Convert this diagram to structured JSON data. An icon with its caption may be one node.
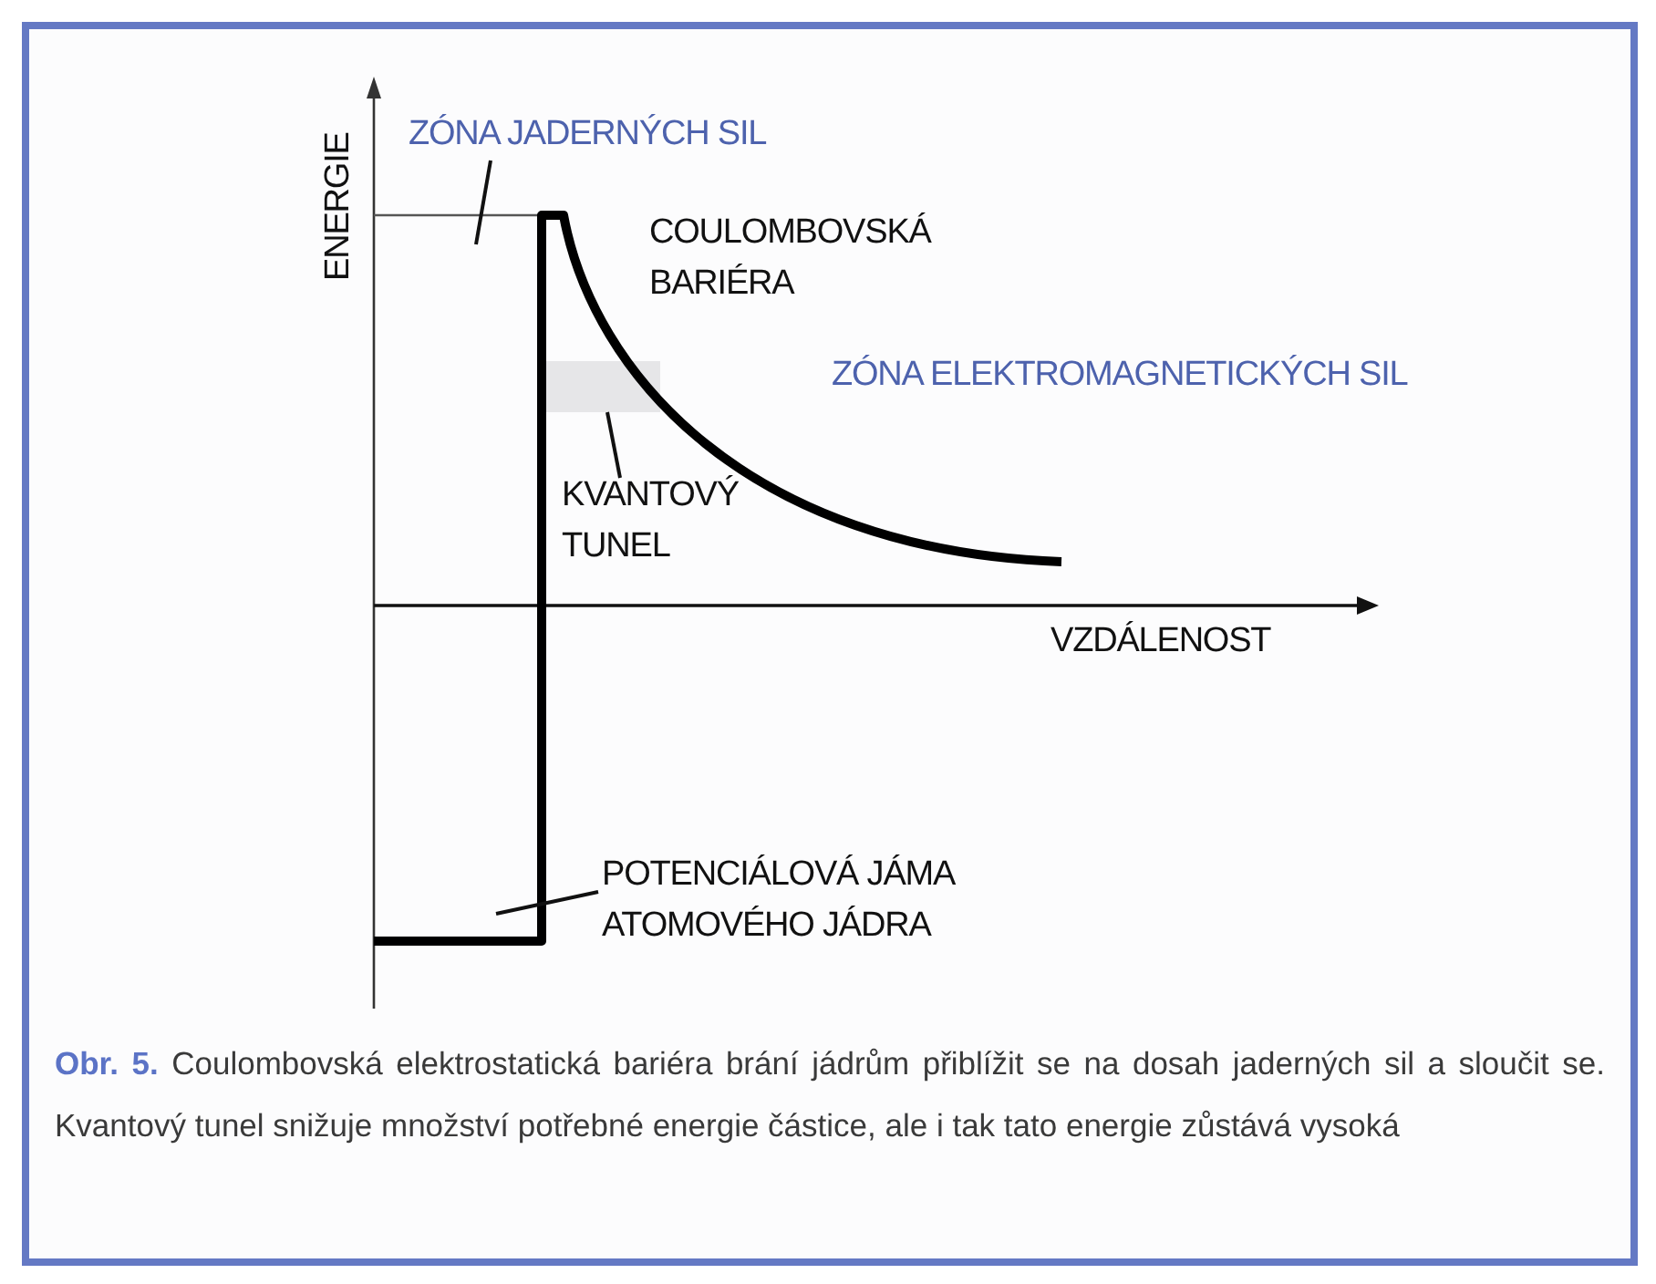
{
  "diagram": {
    "caption": "**Obr. 5.** Coulombovská elektrostatická bariéra brání jádrům přiblížit se na dosah jaderných sil a sloučit se. Kvantový tunel snižuje množství potřebné energie částice, ale i tak tato energie zůstává vysoká",
    "nodes": [
      {
        "text": [
          "ZÓNA JADERNÝCH SIL"
        ]
      },
      {
        "text": [
          "KVANTOVÝ TUNEL"
        ]
      },
      {
        "text": [],
        "shape": "box"
      },
      {
        "text": [
          "POTENCIÁLOVÁ JÁMA ATOMOVÉHO JÁDRA"
        ]
      }
    ],
    "edges": [
      {
        "from": 0,
        "to": null,
        "arrow": "none"
      },
      {
        "from": 1,
        "to": 2,
        "arrow": "none"
      },
      {
        "from": 3,
        "to": null,
        "arrow": "none"
      }
    ],
    "labels": [
      "ENERGIE",
      "COULOMBOVSKÁ BARIÉRA",
      "ZÓNA ELEKTROMAGNETICKÝCH SIL",
      "VZDÁLENOST"
    ]
  }
}
